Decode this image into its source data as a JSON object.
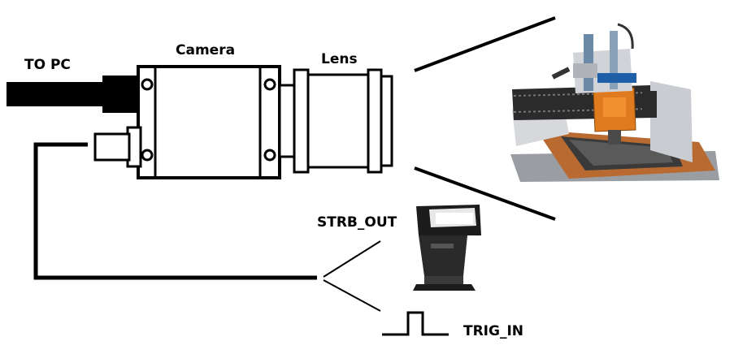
{
  "labels": {
    "to_pc": "TO PC",
    "camera": "Camera",
    "lens": "Lens",
    "strobe_out": "STRB_OUT",
    "trigger_in": "TRIG_IN"
  },
  "colors": {
    "line": "#000000",
    "flash_body": "#1c1c1c",
    "machine_orange": "#e07a1e",
    "machine_gray": "#c9ccd0",
    "machine_bed": "#b86a30"
  },
  "icons": {
    "machine": "cnc-gantry-machine-photo",
    "flash": "camera-flash-strobe-photo"
  }
}
